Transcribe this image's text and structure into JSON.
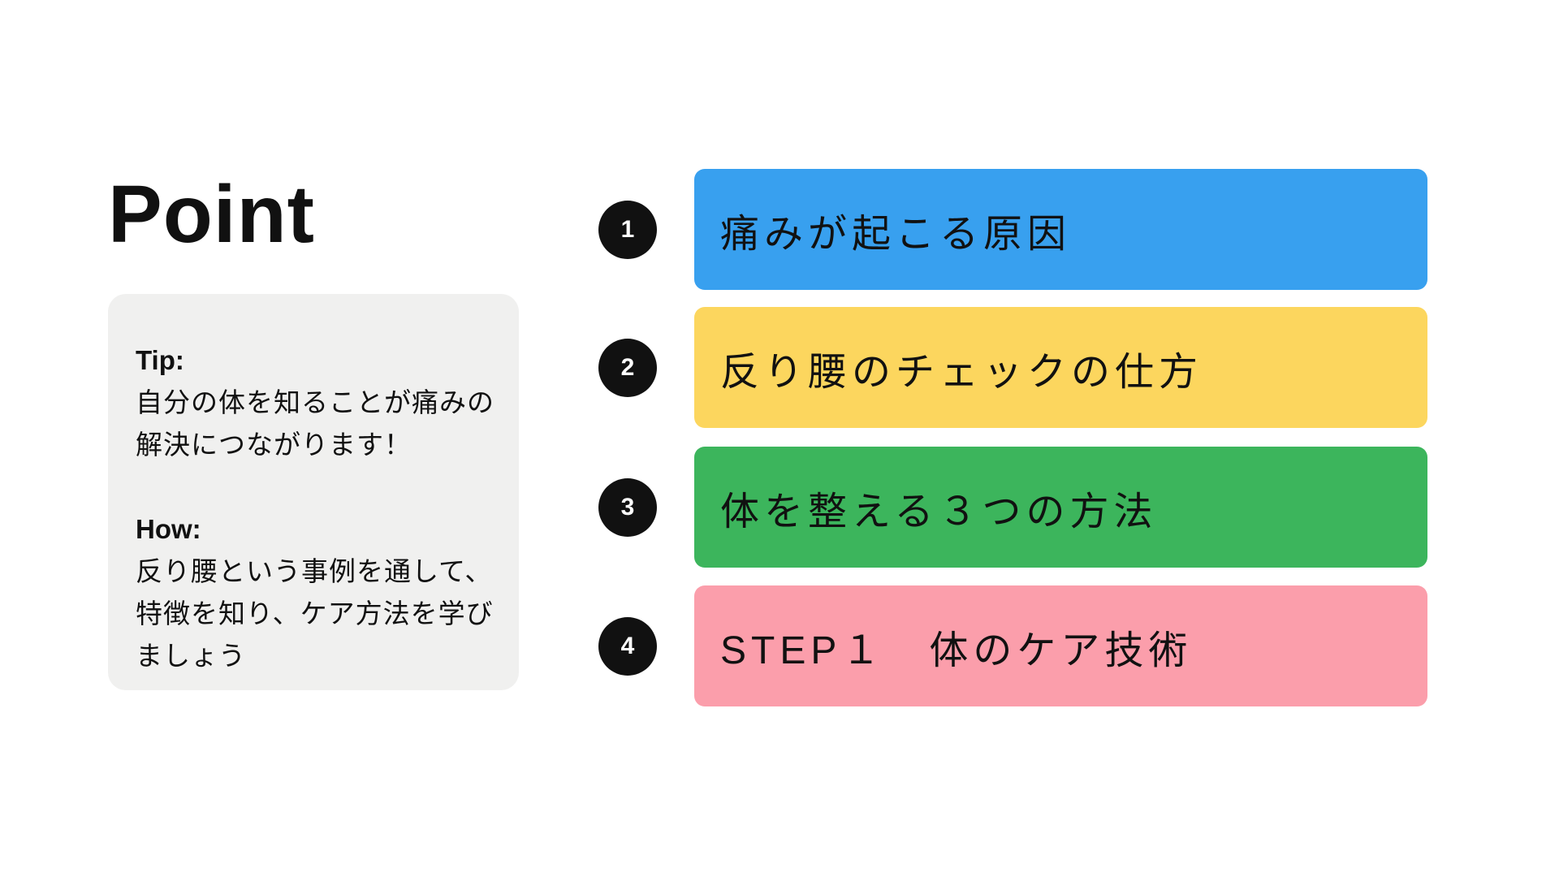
{
  "slide": {
    "title": "Point",
    "background_color": "#FFFFFF",
    "text_color": "#111111"
  },
  "note_box": {
    "background_color": "#F0F0EF",
    "tip": {
      "label": "Tip:",
      "lines": [
        "自分の体を知ることが痛みの",
        "解決につながります！"
      ]
    },
    "how": {
      "label": "How:",
      "lines": [
        "反り腰という事例を通して、",
        "特徴を知り、ケア方法を学び",
        "ましょう"
      ]
    }
  },
  "agenda": {
    "badge_color": "#111111",
    "badge_text_color": "#FFFFFF",
    "items": [
      {
        "number": "1",
        "label": "痛みが起こる原因",
        "color": "#38A0EF"
      },
      {
        "number": "2",
        "label": "反り腰のチェックの仕方",
        "color": "#FCD65E"
      },
      {
        "number": "3",
        "label": "体を整える３つの方法",
        "color": "#3CB55C"
      },
      {
        "number": "4",
        "label": "STEP１　体のケア技術",
        "color": "#FB9EAB"
      }
    ]
  }
}
